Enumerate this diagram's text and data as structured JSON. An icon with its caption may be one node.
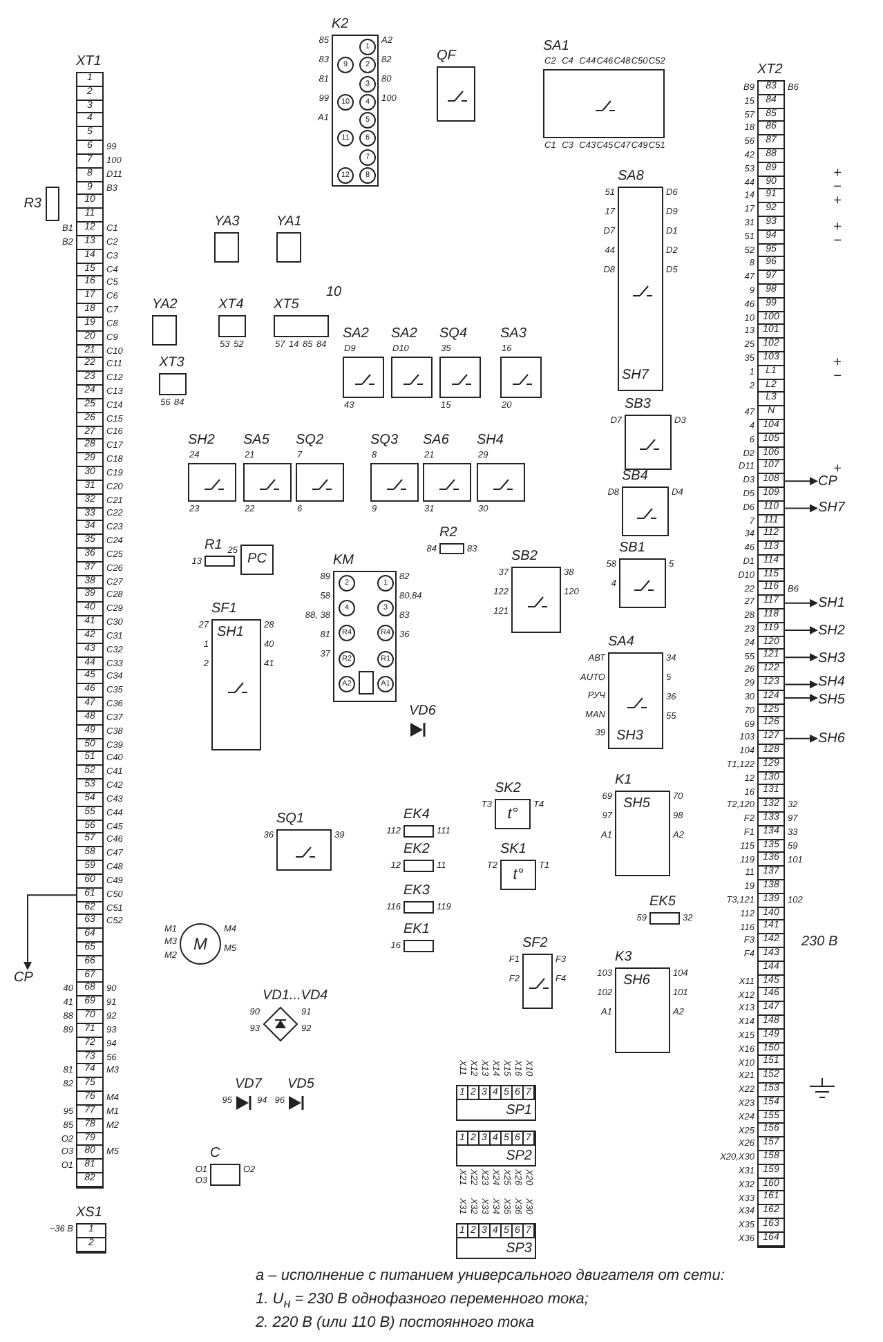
{
  "diagram": {
    "nodes": [
      {
        "text": [
          "XT1",
          "1",
          "2",
          "3",
          "4",
          "5",
          "6",
          "7",
          "8",
          "9",
          "10",
          "11",
          "12",
          "13",
          "14",
          "15",
          "16",
          "17",
          "18",
          "19",
          "20",
          "21",
          "22",
          "23",
          "24",
          "25",
          "26",
          "27",
          "28",
          "29",
          "30",
          "31",
          "32",
          "33",
          "34",
          "35",
          "36",
          "37",
          "38",
          "39",
          "40",
          "41",
          "42",
          "43",
          "44",
          "45",
          "46",
          "47",
          "48",
          "49",
          "50",
          "51",
          "52",
          "53",
          "54",
          "55",
          "56",
          "57",
          "58",
          "59",
          "60",
          "61",
          "62",
          "63",
          "64",
          "65",
          "66",
          "67",
          "68",
          "69",
          "70",
          "71",
          "72",
          "73",
          "74",
          "75",
          "76",
          "77",
          "78",
          "79",
          "80",
          "81",
          "82"
        ],
        "beside": [
          "99",
          "100",
          "D11",
          "B3",
          "C1",
          "C2",
          "C3",
          "C4",
          "C5",
          "C6",
          "C7",
          "C8",
          "C9",
          "C10",
          "C11",
          "C12",
          "C13",
          "C14",
          "C15",
          "C16",
          "C17",
          "C18",
          "C19",
          "C20",
          "C21",
          "C22",
          "C23",
          "C24",
          "C25",
          "C26",
          "C27",
          "C28",
          "C29",
          "C30",
          "C31",
          "C32",
          "C33",
          "C34",
          "C35",
          "C36",
          "C37",
          "C38",
          "C39",
          "C40",
          "C41",
          "C42",
          "C43",
          "C44",
          "C45",
          "C46",
          "C47",
          "C48",
          "C49",
          "C50",
          "C51",
          "C52",
          "90",
          "91",
          "92",
          "93",
          "94",
          "56",
          "M3",
          "M4",
          "M1",
          "M2",
          "M5",
          "B1",
          "B2",
          "40",
          "41",
          "88",
          "89",
          "81",
          "82",
          "95",
          "85",
          "O2",
          "O3",
          "O1"
        ]
      },
      {
        "text": [
          "XT2",
          "83",
          "84",
          "85",
          "86",
          "87",
          "88",
          "89",
          "90",
          "91",
          "92",
          "93",
          "94",
          "95",
          "96",
          "97",
          "98",
          "99",
          "100",
          "101",
          "102",
          "103",
          "L1",
          "L2",
          "L3",
          "N",
          "104",
          "105",
          "106",
          "107",
          "108",
          "109",
          "110",
          "111",
          "112",
          "113",
          "114",
          "115",
          "116",
          "117",
          "118",
          "119",
          "120",
          "121",
          "122",
          "123",
          "124",
          "125",
          "126",
          "127",
          "128",
          "129",
          "130",
          "131",
          "132",
          "133",
          "134",
          "135",
          "136",
          "137",
          "138",
          "139",
          "140",
          "141",
          "142",
          "143",
          "144",
          "145",
          "146",
          "147",
          "148",
          "149",
          "150",
          "151",
          "152",
          "153",
          "154",
          "155",
          "156",
          "157",
          "158",
          "159",
          "160",
          "161",
          "162",
          "163",
          "164"
        ],
        "beside": [
          "B9",
          "15",
          "57",
          "18",
          "56",
          "42",
          "53",
          "44",
          "14",
          "17",
          "31",
          "51",
          "52",
          "8",
          "47",
          "9",
          "46",
          "10",
          "13",
          "25",
          "35",
          "1",
          "2",
          "47",
          "4",
          "6",
          "D2",
          "D11",
          "D3",
          "D5",
          "D6",
          "7",
          "34",
          "46",
          "D1",
          "D10",
          "22",
          "27",
          "28",
          "23",
          "24",
          "55",
          "26",
          "29",
          "30",
          "70",
          "69",
          "103",
          "104",
          "T1,122",
          "12",
          "16",
          "T2,120",
          "F2",
          "F1",
          "115",
          "119",
          "11",
          "19",
          "T3,121",
          "112",
          "116",
          "F3",
          "F4",
          "X11",
          "X12",
          "X13",
          "X14",
          "X15",
          "X16",
          "X10",
          "X21",
          "X22",
          "X23",
          "X24",
          "X25",
          "X26",
          "X20,X30",
          "X31",
          "X32",
          "X33",
          "X34",
          "X35",
          "X36",
          "B6",
          "B6",
          "32",
          "97",
          "33",
          "59",
          "101",
          "102"
        ]
      },
      {
        "text": [
          "K2",
          "1",
          "2",
          "3",
          "4",
          "5",
          "6",
          "7",
          "8",
          "9",
          "10",
          "11",
          "12"
        ],
        "beside": [
          "85",
          "83",
          "81",
          "99",
          "A1",
          "A2",
          "82",
          "80",
          "100"
        ]
      },
      {
        "text": [
          "QF"
        ]
      },
      {
        "text": [
          "SA1"
        ],
        "beside": [
          "C2",
          "C4",
          "C44",
          "C46",
          "C48",
          "C50",
          "C52",
          "C1",
          "C3",
          "C43",
          "C45",
          "C47",
          "C49",
          "C51"
        ]
      },
      {
        "text": [
          "SA8"
        ],
        "beside": [
          "51",
          "17",
          "D7",
          "44",
          "D8",
          "D6",
          "D9",
          "D1",
          "D2",
          "D5"
        ]
      },
      {
        "text": [
          "SH7"
        ],
        "in": 5
      },
      {
        "text": [
          "SB3"
        ],
        "beside": [
          "D7",
          "D3"
        ]
      },
      {
        "text": [
          "SB4"
        ],
        "beside": [
          "D8",
          "D4"
        ]
      },
      {
        "text": [
          "SB1"
        ],
        "beside": [
          "58",
          "4",
          "5"
        ]
      },
      {
        "text": [
          "SB2"
        ],
        "beside": [
          "37",
          "122",
          "121",
          "38",
          "120"
        ]
      },
      {
        "text": [
          "SA4"
        ],
        "beside": [
          "АВТ",
          "AUTO",
          "РУЧ",
          "MAN",
          "39",
          "34",
          "5",
          "36",
          "55"
        ]
      },
      {
        "text": [
          "SH3"
        ],
        "in": 11
      },
      {
        "text": [
          "KM",
          "2",
          "1",
          "4",
          "3",
          "R4",
          "R4",
          "R2",
          "R1",
          "A2",
          "A1"
        ],
        "beside": [
          "89",
          "58",
          "88, 38",
          "81",
          "37",
          "82",
          "80,84",
          "83",
          "36"
        ]
      },
      {
        "text": [
          "R1"
        ],
        "beside": [
          "13"
        ]
      },
      {
        "text": [
          "PC"
        ],
        "beside": [
          "25"
        ]
      },
      {
        "text": [
          "SF1"
        ],
        "beside": [
          "27",
          "1",
          "2",
          "28",
          "40",
          "41"
        ]
      },
      {
        "text": [
          "SH1"
        ],
        "in": 16
      },
      {
        "text": [
          "R2"
        ],
        "beside": [
          "84",
          "83"
        ]
      },
      {
        "text": [
          "VD6"
        ]
      },
      {
        "text": [
          "SQ1"
        ],
        "beside": [
          "36",
          "39"
        ]
      },
      {
        "text": [
          "EK4"
        ],
        "beside": [
          "112",
          "111"
        ]
      },
      {
        "text": [
          "EK2"
        ],
        "beside": [
          "12",
          "11"
        ]
      },
      {
        "text": [
          "EK3"
        ],
        "beside": [
          "116",
          "119"
        ]
      },
      {
        "text": [
          "EK1"
        ],
        "beside": [
          "16"
        ]
      },
      {
        "text": [
          "SK2",
          "t°"
        ],
        "beside": [
          "T3",
          "T4"
        ]
      },
      {
        "text": [
          "SK1",
          "t°"
        ],
        "beside": [
          "T2",
          "T1"
        ]
      },
      {
        "text": [
          "SF2"
        ],
        "beside": [
          "F1",
          "F2",
          "F3",
          "F4"
        ]
      },
      {
        "text": [
          "K1"
        ],
        "beside": [
          "69",
          "97",
          "A1",
          "70",
          "98",
          "A2"
        ]
      },
      {
        "text": [
          "SH5"
        ],
        "in": 28
      },
      {
        "text": [
          "EK5"
        ],
        "beside": [
          "59",
          "32"
        ]
      },
      {
        "text": [
          "K3"
        ],
        "beside": [
          "103",
          "102",
          "A1",
          "104",
          "101",
          "A2"
        ]
      },
      {
        "text": [
          "SH6"
        ],
        "in": 31
      },
      {
        "text": [
          "M"
        ],
        "beside": [
          "M1",
          "M3",
          "M2",
          "M4",
          "M5"
        ]
      },
      {
        "text": [
          "VD1...VD4"
        ],
        "beside": [
          "90",
          "93",
          "91",
          "92"
        ]
      },
      {
        "text": [
          "VD7"
        ],
        "beside": [
          "95",
          "94"
        ]
      },
      {
        "text": [
          "VD5"
        ],
        "beside": [
          "96"
        ]
      },
      {
        "text": [
          "C"
        ],
        "beside": [
          "O1",
          "O3",
          "O2"
        ]
      },
      {
        "text": [
          "XS1",
          "1",
          "2"
        ],
        "beside": [
          "~36 В"
        ]
      },
      {
        "text": [
          "SP1",
          "1",
          "2",
          "3",
          "4",
          "5",
          "6",
          "7"
        ],
        "beside": [
          "X11",
          "X12",
          "X13",
          "X14",
          "X15",
          "X16",
          "X10"
        ]
      },
      {
        "text": [
          "SP2",
          "1",
          "2",
          "3",
          "4",
          "5",
          "6",
          "7"
        ],
        "beside": [
          "X21",
          "X22",
          "X23",
          "X24",
          "X25",
          "X26",
          "X20"
        ]
      },
      {
        "text": [
          "SP3",
          "1",
          "2",
          "3",
          "4",
          "5",
          "6",
          "7"
        ],
        "beside": [
          "X31",
          "X32",
          "X33",
          "X34",
          "X35",
          "X36",
          "X30"
        ]
      },
      {
        "text": [
          "YA2"
        ]
      },
      {
        "text": [
          "XT3"
        ],
        "beside": [
          "56",
          "84"
        ]
      },
      {
        "text": [
          "YA3"
        ]
      },
      {
        "text": [
          "XT4"
        ],
        "beside": [
          "53",
          "52"
        ]
      },
      {
        "text": [
          "YA1"
        ]
      },
      {
        "text": [
          "XT5"
        ],
        "beside": [
          "57",
          "14",
          "85",
          "84"
        ]
      },
      {
        "text": [
          "SA2"
        ],
        "beside": [
          "D9",
          "43"
        ]
      },
      {
        "text": [
          "SA2"
        ],
        "beside": [
          "D10"
        ]
      },
      {
        "text": [
          "SQ4"
        ],
        "beside": [
          "35",
          "15"
        ]
      },
      {
        "text": [
          "SA3"
        ],
        "beside": [
          "16",
          "20"
        ]
      },
      {
        "text": [
          "SH2"
        ],
        "beside": [
          "24",
          "23"
        ]
      },
      {
        "text": [
          "SA5"
        ],
        "beside": [
          "21",
          "22"
        ]
      },
      {
        "text": [
          "SQ2"
        ],
        "beside": [
          "7",
          "6"
        ]
      },
      {
        "text": [
          "SQ3"
        ],
        "beside": [
          "8",
          "9"
        ]
      },
      {
        "text": [
          "SA6"
        ],
        "beside": [
          "21",
          "31"
        ]
      },
      {
        "text": [
          "SH4"
        ],
        "beside": [
          "29",
          "30"
        ]
      },
      {
        "text": [
          "R3"
        ]
      },
      {
        "text": [
          "CP"
        ]
      },
      {
        "text": [
          "CP"
        ]
      },
      {
        "text": [
          "SH7"
        ]
      },
      {
        "text": [
          "SH1"
        ]
      },
      {
        "text": [
          "SH2"
        ]
      },
      {
        "text": [
          "SH3"
        ]
      },
      {
        "text": [
          "SH4"
        ]
      },
      {
        "text": [
          "SH5"
        ]
      },
      {
        "text": [
          "SH6"
        ]
      }
    ],
    "edges": [
      {
        "from": 0,
        "to": 59,
        "arrow": "to"
      },
      {
        "from": 1,
        "to": 60,
        "arrow": "to"
      },
      {
        "from": 1,
        "to": 61,
        "arrow": "to"
      },
      {
        "from": 1,
        "to": 62,
        "arrow": "to"
      },
      {
        "from": 1,
        "to": 63,
        "arrow": "to"
      },
      {
        "from": 1,
        "to": 64,
        "arrow": "to"
      },
      {
        "from": 1,
        "to": 65,
        "arrow": "to"
      },
      {
        "from": 1,
        "to": 66,
        "arrow": "to"
      },
      {
        "from": 1,
        "to": 67,
        "arrow": "to"
      }
    ],
    "labels": [
      "+",
      "−",
      "+",
      "+",
      "−",
      "+",
      "−",
      "+",
      "230 В",
      "10",
      "а – исполнение с питанием универсального двигателя от сети:",
      "1. U$_{н}$ = 230 В однофазного переменного тока;",
      "2. 220 В (или 110 В) постоянного тока"
    ]
  }
}
